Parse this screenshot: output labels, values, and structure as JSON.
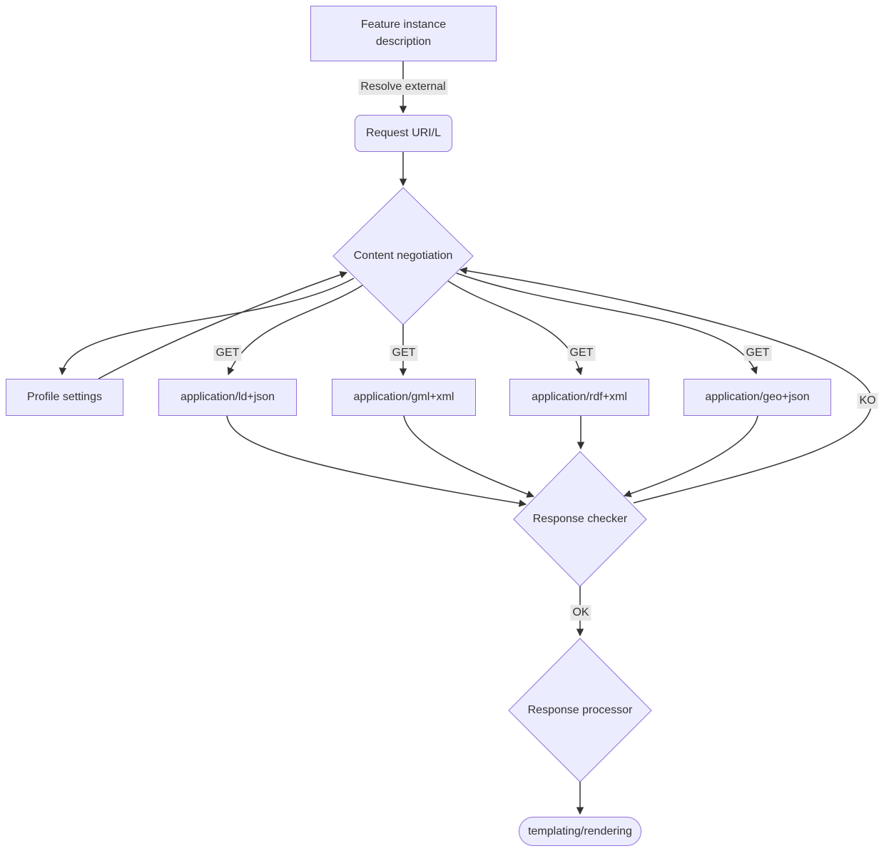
{
  "nodes": {
    "feature": {
      "label": "Feature instance\ndescription",
      "shape": "rectangle"
    },
    "request": {
      "label": "Request URI/L",
      "shape": "rounded"
    },
    "content_negotiation": {
      "label": "Content negotiation",
      "shape": "diamond"
    },
    "profile": {
      "label": "Profile settings",
      "shape": "rectangle"
    },
    "ld_json": {
      "label": "application/ld+json",
      "shape": "rectangle"
    },
    "gml_xml": {
      "label": "application/gml+xml",
      "shape": "rectangle"
    },
    "rdf_xml": {
      "label": "application/rdf+xml",
      "shape": "rectangle"
    },
    "geo_json": {
      "label": "application/geo+json",
      "shape": "rectangle"
    },
    "response_checker": {
      "label": "Response checker",
      "shape": "diamond"
    },
    "response_processor": {
      "label": "Response processor",
      "shape": "diamond"
    },
    "templating": {
      "label": "templating/rendering",
      "shape": "stadium"
    }
  },
  "edge_labels": {
    "resolve_external": "Resolve external",
    "get": "GET",
    "ko": "KO",
    "ok": "OK"
  },
  "edges": [
    {
      "from": "feature",
      "to": "request",
      "label": "Resolve external"
    },
    {
      "from": "request",
      "to": "content_negotiation",
      "label": ""
    },
    {
      "from": "content_negotiation",
      "to": "profile",
      "label": ""
    },
    {
      "from": "profile",
      "to": "content_negotiation",
      "label": ""
    },
    {
      "from": "content_negotiation",
      "to": "ld_json",
      "label": "GET"
    },
    {
      "from": "content_negotiation",
      "to": "gml_xml",
      "label": "GET"
    },
    {
      "from": "content_negotiation",
      "to": "rdf_xml",
      "label": "GET"
    },
    {
      "from": "content_negotiation",
      "to": "geo_json",
      "label": "GET"
    },
    {
      "from": "ld_json",
      "to": "response_checker",
      "label": ""
    },
    {
      "from": "gml_xml",
      "to": "response_checker",
      "label": ""
    },
    {
      "from": "rdf_xml",
      "to": "response_checker",
      "label": ""
    },
    {
      "from": "geo_json",
      "to": "response_checker",
      "label": ""
    },
    {
      "from": "response_checker",
      "to": "content_negotiation",
      "label": "KO"
    },
    {
      "from": "response_checker",
      "to": "response_processor",
      "label": "OK"
    },
    {
      "from": "response_processor",
      "to": "templating",
      "label": ""
    }
  ],
  "colors": {
    "node_fill": "#ECECFF",
    "node_border": "#9370DB",
    "edge": "#333333",
    "edge_label_bg": "#e8e8e8",
    "text": "#333333",
    "background": "#ffffff"
  }
}
